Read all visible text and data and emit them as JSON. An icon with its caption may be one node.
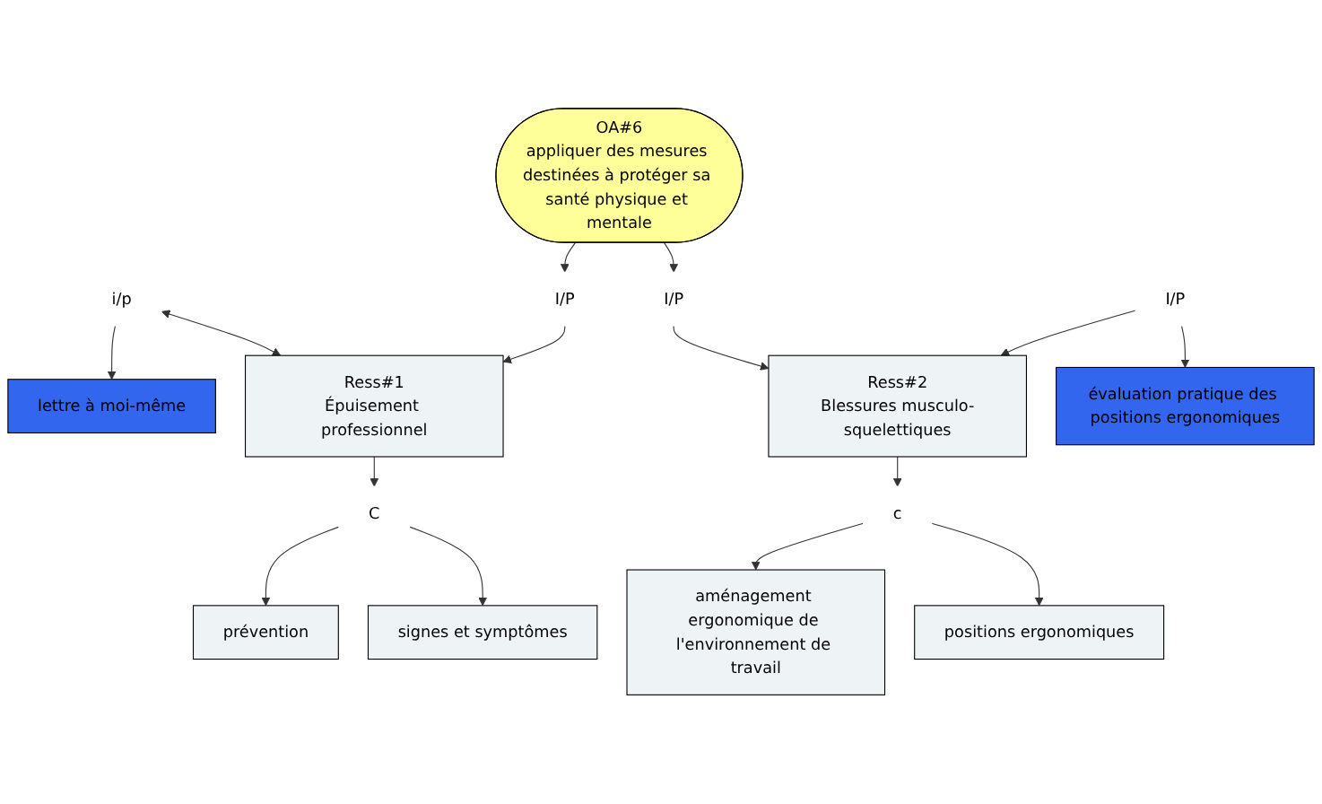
{
  "diagram": {
    "nodes": [
      {
        "text": [
          "lettre à moi-même"
        ]
      },
      {
        "text": [
          "i/p"
        ]
      },
      {
        "text": [
          "Ress#1",
          "Épuisement professionnel"
        ]
      },
      {
        "text": [
          "I/P"
        ]
      },
      {
        "text": [
          "OA#6",
          "appliquer des mesures destinées à protéger sa santé physique et mentale"
        ]
      },
      {
        "text": [
          "C"
        ]
      },
      {
        "text": [
          "prévention"
        ]
      },
      {
        "text": [
          "signes et symptômes"
        ]
      },
      {
        "text": [
          "I/P"
        ]
      },
      {
        "text": [
          "Ress#2",
          "Blessures musculo-squelettiques"
        ]
      },
      {
        "text": [
          "c"
        ]
      },
      {
        "text": [
          "aménagement ergonomique de l'environnement de travail"
        ]
      },
      {
        "text": [
          "I/P"
        ]
      },
      {
        "text": [
          "positions ergonomiques"
        ]
      },
      {
        "text": [
          "évaluation pratique des positions ergonomiques"
        ]
      }
    ],
    "edges": [
      {
        "from": 1,
        "to": 0,
        "arrow": "to"
      },
      {
        "from": 1,
        "to": 2,
        "arrow": "both"
      },
      {
        "from": 3,
        "to": 2,
        "arrow": "to"
      },
      {
        "from": 4,
        "to": 3,
        "arrow": "to"
      },
      {
        "from": 2,
        "to": 5,
        "arrow": "to"
      },
      {
        "from": 5,
        "to": 6,
        "arrow": "to"
      },
      {
        "from": 5,
        "to": 7,
        "arrow": "to"
      },
      {
        "from": 4,
        "to": 8,
        "arrow": "to"
      },
      {
        "from": 8,
        "to": 9,
        "arrow": "to"
      },
      {
        "from": 9,
        "to": 10,
        "arrow": "to"
      },
      {
        "from": 10,
        "to": 11,
        "arrow": "to"
      },
      {
        "from": 10,
        "to": 13,
        "arrow": "to"
      },
      {
        "from": 12,
        "to": 9,
        "arrow": "to"
      },
      {
        "from": 12,
        "to": 14,
        "arrow": "to"
      }
    ]
  }
}
